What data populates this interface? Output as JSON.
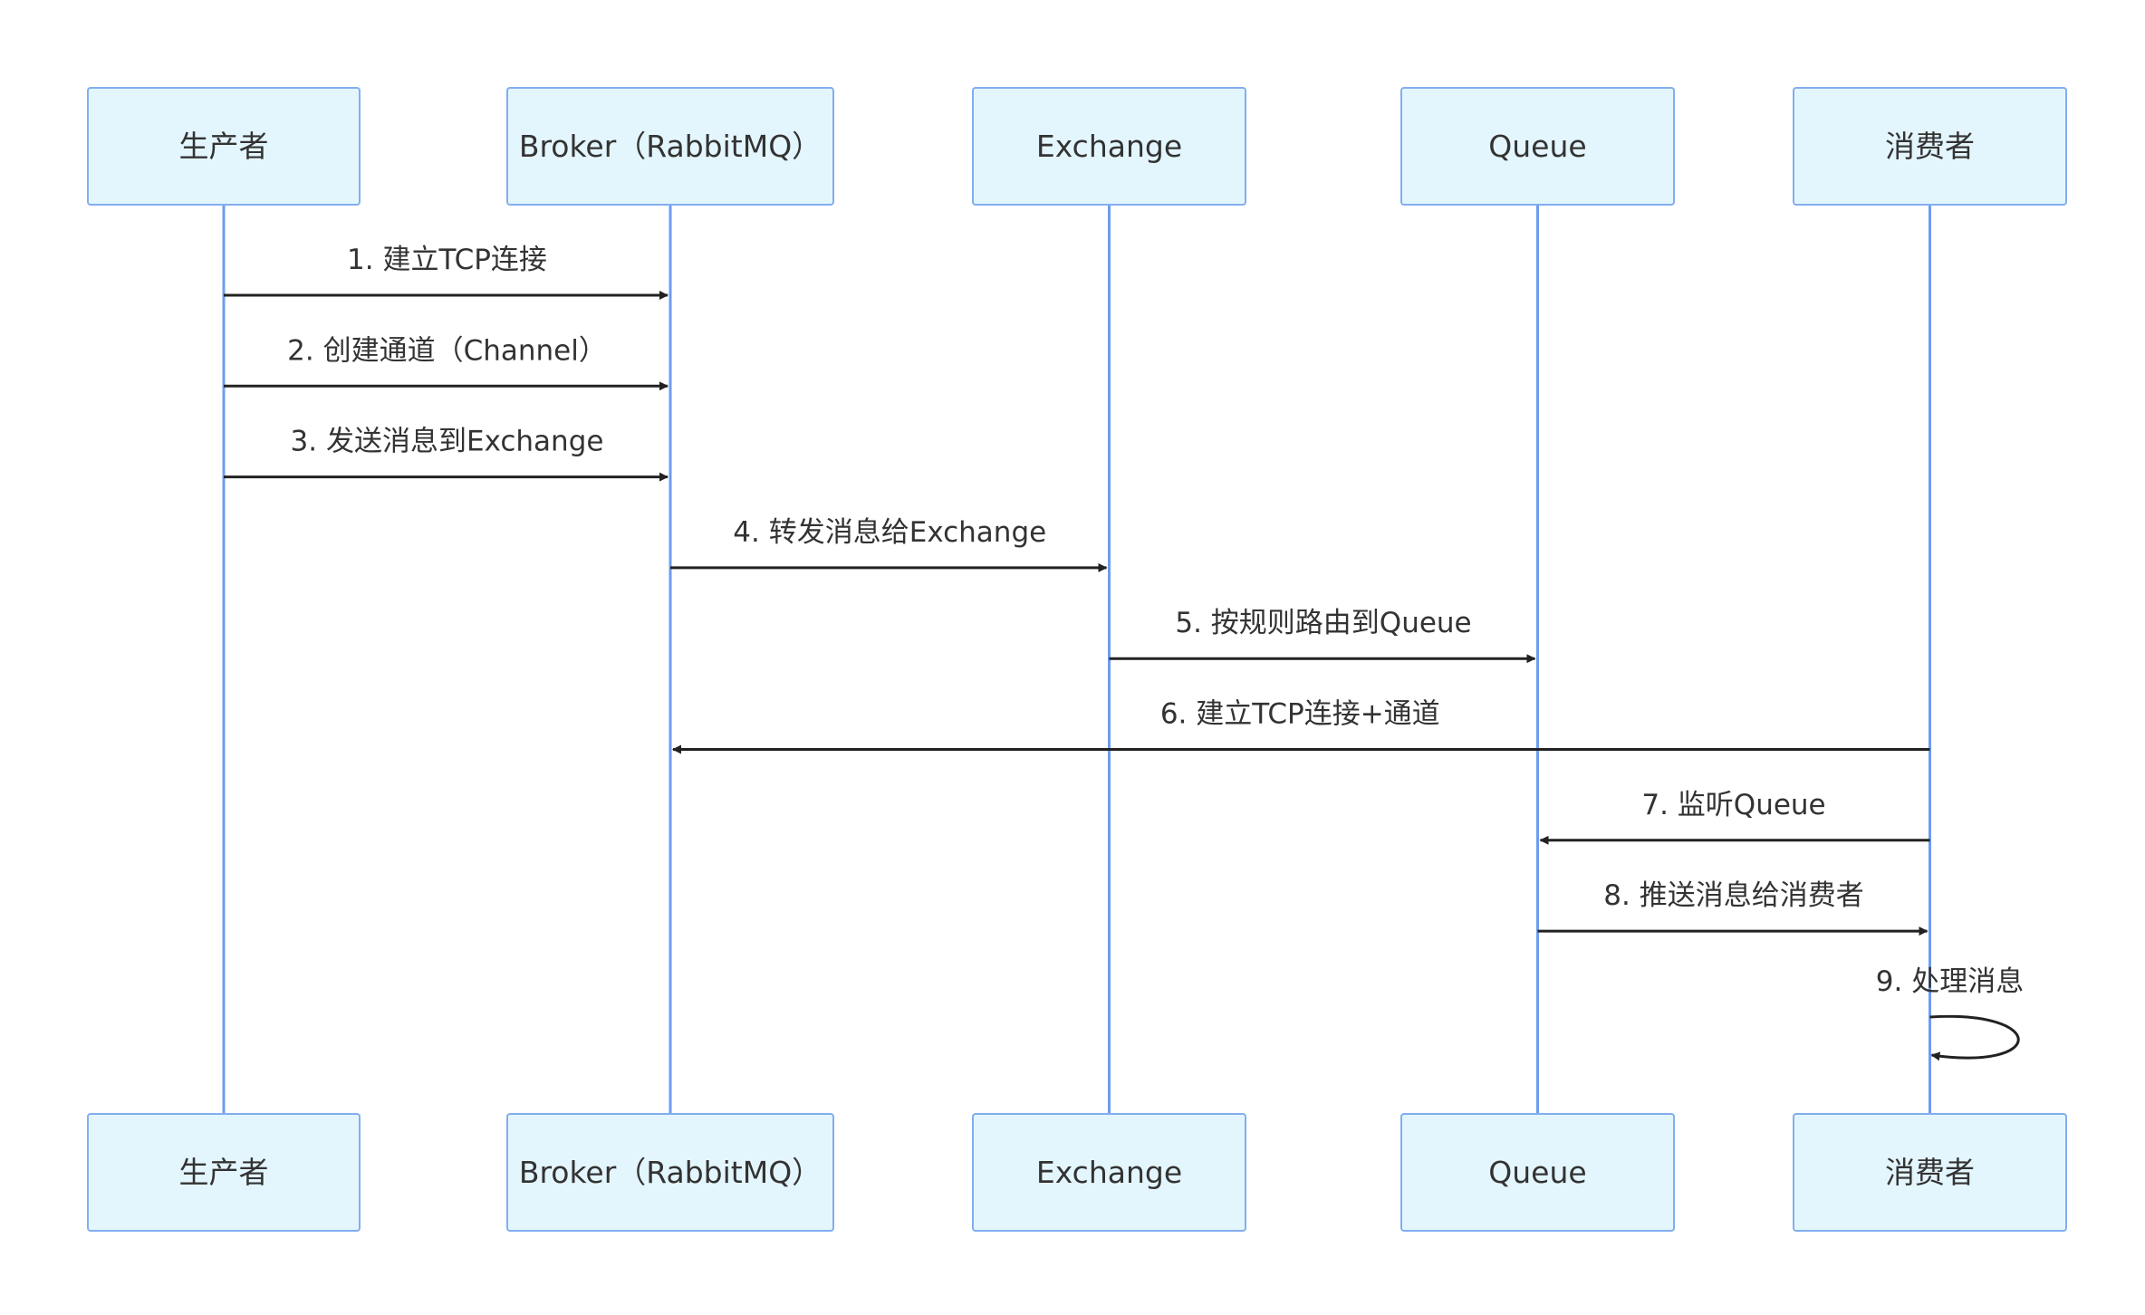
{
  "diagram": {
    "type": "sequence",
    "participants": [
      {
        "id": "producer",
        "label": "生产者"
      },
      {
        "id": "broker",
        "label": "Broker（RabbitMQ）"
      },
      {
        "id": "exchange",
        "label": "Exchange"
      },
      {
        "id": "queue",
        "label": "Queue"
      },
      {
        "id": "consumer",
        "label": "消费者"
      }
    ],
    "messages": [
      {
        "from": "producer",
        "to": "broker",
        "label": "1. 建立TCP连接"
      },
      {
        "from": "producer",
        "to": "broker",
        "label": "2. 创建通道（Channel）"
      },
      {
        "from": "producer",
        "to": "broker",
        "label": "3. 发送消息到Exchange"
      },
      {
        "from": "broker",
        "to": "exchange",
        "label": "4. 转发消息给Exchange"
      },
      {
        "from": "exchange",
        "to": "queue",
        "label": "5. 按规则路由到Queue"
      },
      {
        "from": "consumer",
        "to": "broker",
        "label": "6. 建立TCP连接+通道"
      },
      {
        "from": "consumer",
        "to": "queue",
        "label": "7. 监听Queue"
      },
      {
        "from": "queue",
        "to": "consumer",
        "label": "8. 推送消息给消费者"
      },
      {
        "from": "consumer",
        "to": "consumer",
        "label": "9. 处理消息"
      }
    ]
  },
  "colors": {
    "actor_fill": "#e4f6fd",
    "actor_border": "#82aef0",
    "lifeline": "#6d9df0",
    "arrow": "#222222",
    "text": "#333333"
  }
}
